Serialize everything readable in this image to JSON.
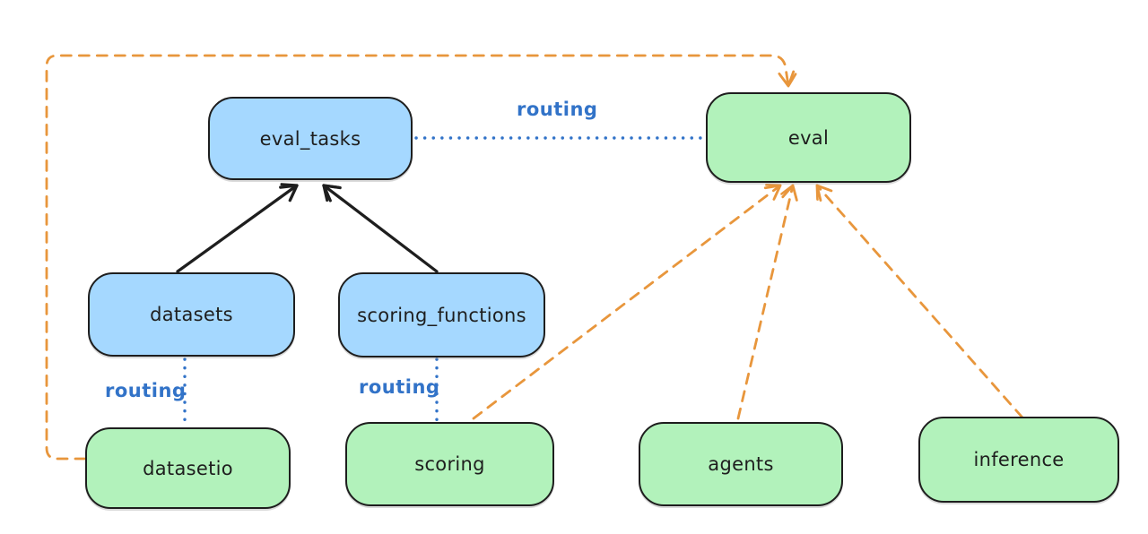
{
  "diagram": {
    "nodes": {
      "eval_tasks": {
        "label": "eval_tasks",
        "color": "#a5d8ff"
      },
      "eval": {
        "label": "eval",
        "color": "#b2f2bb"
      },
      "datasets": {
        "label": "datasets",
        "color": "#a5d8ff"
      },
      "scoring_functions": {
        "label": "scoring_functions",
        "color": "#a5d8ff"
      },
      "datasetio": {
        "label": "datasetio",
        "color": "#b2f2bb"
      },
      "scoring": {
        "label": "scoring",
        "color": "#b2f2bb"
      },
      "agents": {
        "label": "agents",
        "color": "#b2f2bb"
      },
      "inference": {
        "label": "inference",
        "color": "#b2f2bb"
      }
    },
    "edge_labels": {
      "routing_top": "routing",
      "routing_left": "routing",
      "routing_mid": "routing"
    },
    "edges": [
      {
        "from": "datasets",
        "to": "eval_tasks",
        "style": "solid-black-arrow"
      },
      {
        "from": "scoring_functions",
        "to": "eval_tasks",
        "style": "solid-black-arrow"
      },
      {
        "from": "eval_tasks",
        "to": "eval",
        "style": "dotted-blue",
        "label": "routing"
      },
      {
        "from": "datasets",
        "to": "datasetio",
        "style": "dotted-blue",
        "label": "routing"
      },
      {
        "from": "scoring_functions",
        "to": "scoring",
        "style": "dotted-blue",
        "label": "routing"
      },
      {
        "from": "datasetio",
        "to": "eval",
        "style": "dashed-orange-arrow"
      },
      {
        "from": "scoring",
        "to": "eval",
        "style": "dashed-orange-arrow"
      },
      {
        "from": "agents",
        "to": "eval",
        "style": "dashed-orange-arrow"
      },
      {
        "from": "inference",
        "to": "eval",
        "style": "dashed-orange-arrow"
      }
    ],
    "colors": {
      "node_blue_fill": "#a5d8ff",
      "node_green_fill": "#b2f2bb",
      "node_border": "#1e1e1e",
      "routing_blue": "#3273c8",
      "orange_dashed": "#e8963c",
      "black_arrow": "#1e1e1e",
      "background": "#ffffff"
    }
  }
}
